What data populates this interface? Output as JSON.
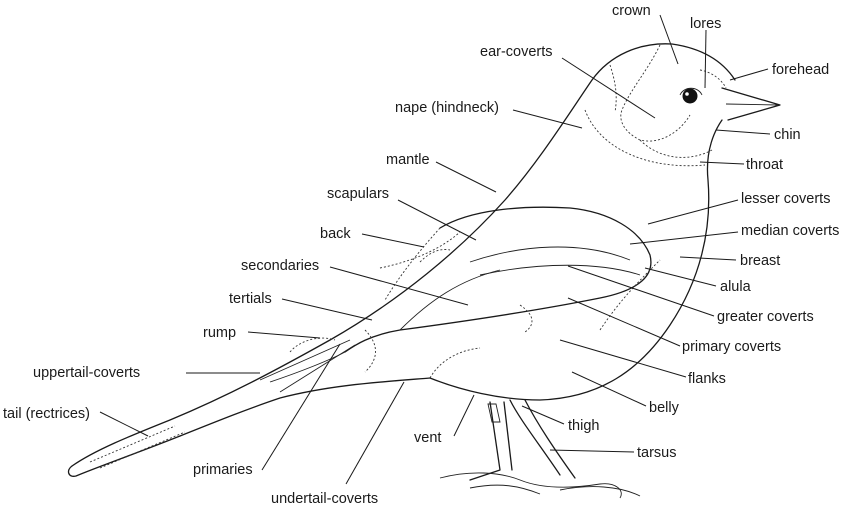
{
  "labels": {
    "crown": "crown",
    "lores": "lores",
    "forehead": "forehead",
    "ear_coverts": "ear-coverts",
    "nape": "nape (hindneck)",
    "chin": "chin",
    "mantle": "mantle",
    "throat": "throat",
    "scapulars": "scapulars",
    "lesser_coverts": "lesser coverts",
    "back": "back",
    "median_coverts": "median coverts",
    "secondaries": "secondaries",
    "breast": "breast",
    "alula": "alula",
    "tertials": "tertials",
    "greater_coverts": "greater coverts",
    "rump": "rump",
    "primary_coverts": "primary coverts",
    "uppertail_coverts": "uppertail-coverts",
    "flanks": "flanks",
    "belly": "belly",
    "tail": "tail (rectrices)",
    "thigh": "thigh",
    "vent": "vent",
    "tarsus": "tarsus",
    "primaries": "primaries",
    "undertail_coverts": "undertail-coverts"
  }
}
